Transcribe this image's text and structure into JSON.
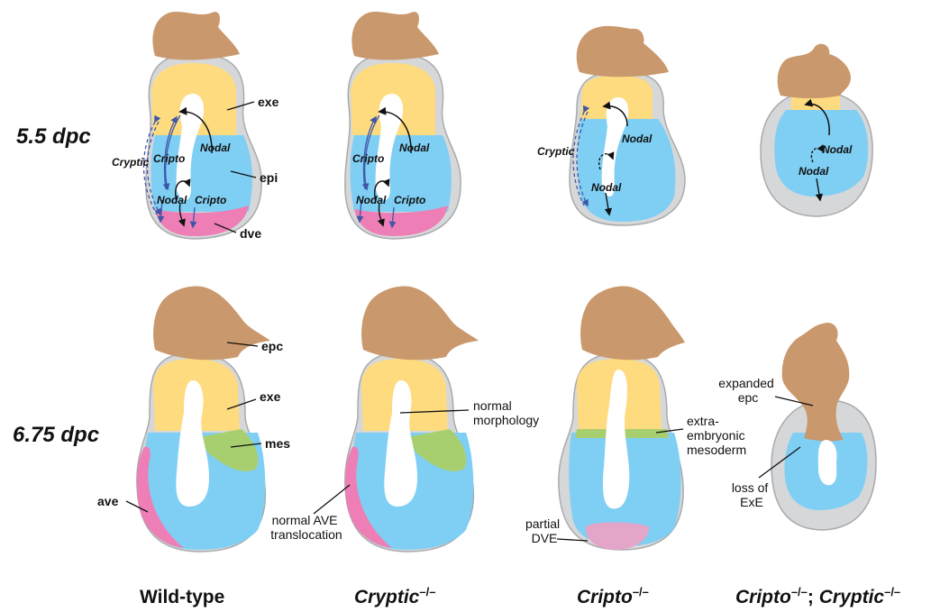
{
  "stages": {
    "early": "5.5 dpc",
    "late": "6.75 dpc"
  },
  "genotypes": [
    {
      "name": "Wild-type",
      "italic": false,
      "sup": ""
    },
    {
      "name": "Cryptic",
      "italic": true,
      "sup": "–/–"
    },
    {
      "name": "Cripto",
      "italic": true,
      "sup": "–/–"
    },
    {
      "name_a": "Cripto",
      "sup_a": "–/–",
      "sep": "; ",
      "name_b": "Cryptic",
      "sup_b": "–/–"
    }
  ],
  "tissue_labels": {
    "exe": "exe",
    "epi": "epi",
    "dve": "dve",
    "epc": "epc",
    "mes": "mes",
    "ave": "ave"
  },
  "signals": {
    "nodal": "Nodal",
    "cripto": "Cripto",
    "cryptic": "Cryptic"
  },
  "annotations": {
    "normal_morphology": [
      "normal",
      "morphology"
    ],
    "normal_ave": [
      "normal AVE",
      "translocation"
    ],
    "extraembryonic_mesoderm": [
      "extra-",
      "embryonic",
      "mesoderm"
    ],
    "partial_dve": [
      "partial",
      "DVE"
    ],
    "expanded_epc": [
      "expanded",
      "epc"
    ],
    "loss_exe": [
      "loss of",
      "ExE"
    ]
  },
  "colors": {
    "epc": "#c9986c",
    "exe": "#fddb7e",
    "epi": "#7fcff4",
    "dve": "#ee7fb6",
    "dve_partial": "#e3a6c8",
    "mes": "#a8cf6f",
    "ve": "#d6d7d9",
    "arrow_blue": "#3f56a8",
    "arrow_black": "#111111"
  }
}
